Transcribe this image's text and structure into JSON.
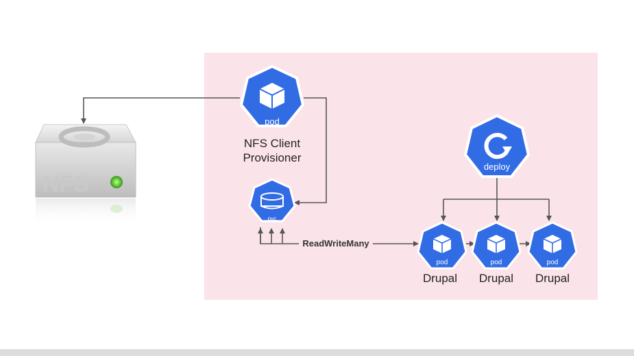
{
  "nfs_server": {
    "label": "NFS",
    "icon": "nfs-storage-server-icon"
  },
  "provisioner_pod": {
    "badge": "pod",
    "caption_line1": "NFS Client",
    "caption_line2": "Provisioner"
  },
  "pvc": {
    "badge": "pvc"
  },
  "deploy": {
    "badge": "deploy"
  },
  "access_mode": {
    "label": "ReadWriteMany"
  },
  "drupal_pods": [
    {
      "badge": "pod",
      "caption": "Drupal"
    },
    {
      "badge": "pod",
      "caption": "Drupal"
    },
    {
      "badge": "pod",
      "caption": "Drupal"
    }
  ],
  "colors": {
    "k8s_blue": "#326ce5",
    "namespace_bg": "#fbe3ea",
    "arrow": "#555555"
  }
}
